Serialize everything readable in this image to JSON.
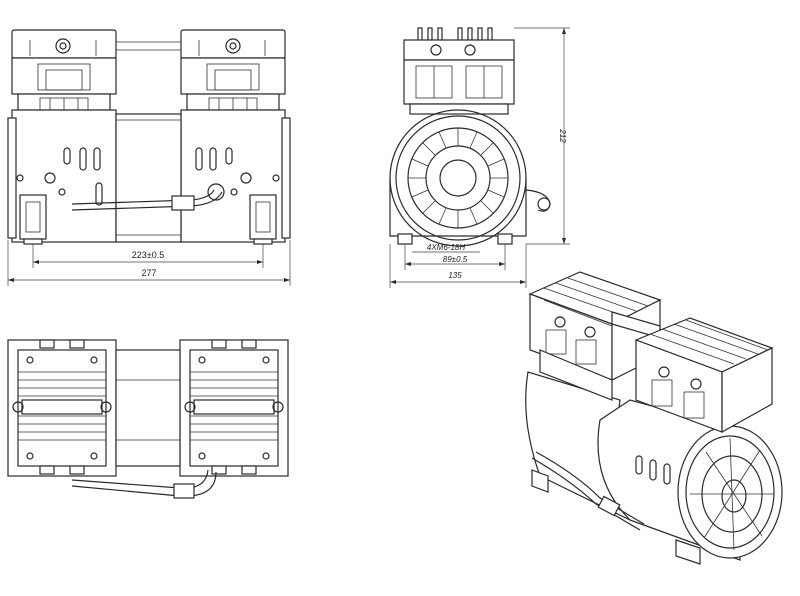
{
  "dimensions": {
    "front_center_distance": "223±0.5",
    "front_overall_width": "277",
    "side_height": "212",
    "side_mount_holes": "4XM6-18H",
    "side_mount_spacing": "89±0.5",
    "side_overall_width": "135"
  },
  "colors": {
    "line": "#2a2a2a",
    "background": "#ffffff"
  }
}
